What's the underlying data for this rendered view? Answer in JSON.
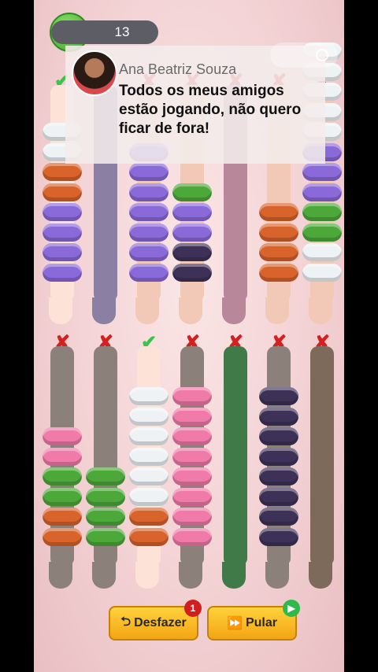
{
  "hud": {
    "level": "13",
    "settings_icon": "flower-gear-icon",
    "toggle_icon": "eye-toggle-icon"
  },
  "notification": {
    "author": "Ana Beatriz Souza",
    "message": "Todos os meus amigos estão jogando, não quero ficar de fora!"
  },
  "colors": {
    "white": "#eef2f4",
    "orange": "#d8632b",
    "purple": "#8a6ad8",
    "green": "#4da83a",
    "pink": "#f07aa8",
    "dark": "#3e3157",
    "check": "#3cc34a",
    "cross": "#d62020"
  },
  "columns_top": [
    {
      "status": "check",
      "skin": "#fde2d8",
      "stocking": "none",
      "rings": [
        "white",
        "white",
        "orange",
        "orange",
        "purple",
        "purple",
        "purple",
        "purple"
      ]
    },
    {
      "status": "x",
      "skin": "#b9a7c8",
      "stocking": "#8b7fa4",
      "rings": []
    },
    {
      "status": "x",
      "skin": "#f2c9b7",
      "stocking": "none",
      "rings": [
        "purple",
        "purple",
        "purple",
        "purple",
        "purple",
        "purple",
        "purple"
      ]
    },
    {
      "status": "x",
      "skin": "#f2c9b7",
      "stocking": "none",
      "rings": [
        "green",
        "purple",
        "purple",
        "dark",
        "dark"
      ]
    },
    {
      "status": "x",
      "skin": "#c99aa8",
      "stocking": "#b8889a",
      "rings": []
    },
    {
      "status": "x",
      "skin": "#f2c9b7",
      "stocking": "none",
      "rings": [
        "orange",
        "orange",
        "orange",
        "orange"
      ]
    },
    {
      "status": "x",
      "skin": "#f2c9b7",
      "stocking": "none",
      "rings": [
        "white",
        "white",
        "white",
        "white",
        "white",
        "purple",
        "purple",
        "purple",
        "green",
        "green",
        "white",
        "white"
      ]
    }
  ],
  "columns_bottom": [
    {
      "status": "x",
      "skin": "#8c807a",
      "stocking": "#8c807a",
      "rings": [
        "pink",
        "pink",
        "green",
        "green",
        "orange",
        "orange"
      ]
    },
    {
      "status": "x",
      "skin": "#8c807a",
      "stocking": "#8c807a",
      "rings": [
        "green",
        "green",
        "green",
        "green"
      ]
    },
    {
      "status": "check",
      "skin": "#fde2d8",
      "stocking": "none",
      "rings": [
        "white",
        "white",
        "white",
        "white",
        "white",
        "white",
        "orange",
        "orange"
      ]
    },
    {
      "status": "x",
      "skin": "#8c807a",
      "stocking": "#8c807a",
      "rings": [
        "pink",
        "pink",
        "pink",
        "pink",
        "pink",
        "pink",
        "pink",
        "pink"
      ]
    },
    {
      "status": "x",
      "skin": "#3f7a48",
      "stocking": "#3f7a48",
      "rings": []
    },
    {
      "status": "x",
      "skin": "#8c807a",
      "stocking": "#8c807a",
      "rings": [
        "dark",
        "dark",
        "dark",
        "dark",
        "dark",
        "dark",
        "dark",
        "dark"
      ]
    },
    {
      "status": "x",
      "skin": "#7d6a5a",
      "stocking": "#7d6a5a",
      "rings": []
    }
  ],
  "buttons": {
    "undo": {
      "label": "Desfazer",
      "icon": "undo-arrow-icon",
      "badge": "1"
    },
    "skip": {
      "label": "Pular",
      "icon": "fast-forward-icon",
      "badge_icon": "video-icon"
    }
  }
}
